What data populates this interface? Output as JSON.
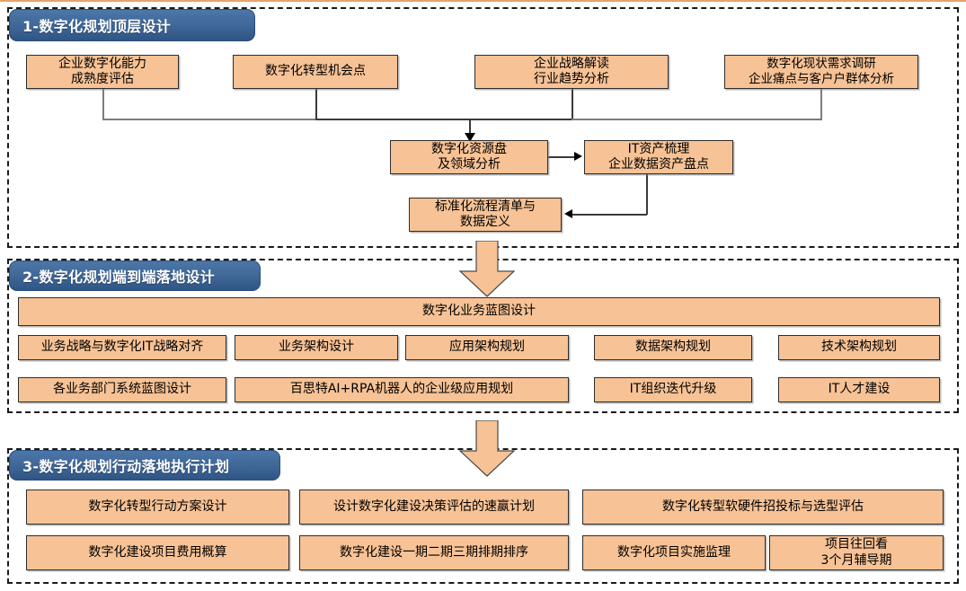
{
  "page": {
    "title": "数字化规划三段式框架",
    "accent_orange": "#F7C295",
    "accent_blue": "#3F6899",
    "box_border": "#2d2d2d",
    "frame_border": "#1a1a1a"
  },
  "sections": [
    {
      "id": "section-1",
      "badge": "1-数字化规划顶层设计",
      "boxes": {
        "row1": [
          {
            "name": "maturity-assessment",
            "label": "企业数字化能力\n成熟度评估"
          },
          {
            "name": "transformation-opportunities",
            "label": "数字化转型机会点"
          },
          {
            "name": "strategy-interpretation",
            "label": "企业战略解读\n行业趋势分析"
          },
          {
            "name": "status-demand-research",
            "label": "数字化现状需求调研\n企业痛点与客户户群体分析"
          }
        ],
        "row2": [
          {
            "name": "resource-inventory",
            "label": "数字化资源盘\n及领域分析"
          },
          {
            "name": "it-asset-inventory",
            "label": "IT资产梳理\n企业数据资产盘点"
          }
        ],
        "row3": [
          {
            "name": "standard-process-list",
            "label": "标准化流程清单与\n数据定义"
          }
        ]
      }
    },
    {
      "id": "section-2",
      "badge": "2-数字化规划端到端落地设计",
      "banner": {
        "name": "business-blueprint-design",
        "label": "数字化业务蓝图设计"
      },
      "boxes": {
        "row1": [
          {
            "name": "biz-it-strategy-alignment",
            "label": "业务战略与数字化IT战略对齐"
          },
          {
            "name": "business-architecture-design",
            "label": "业务架构设计"
          },
          {
            "name": "application-architecture-plan",
            "label": "应用架构规划"
          },
          {
            "name": "data-architecture-plan",
            "label": "数据架构规划"
          },
          {
            "name": "tech-architecture-plan",
            "label": "技术架构规划"
          }
        ],
        "row2": [
          {
            "name": "department-blueprint-design",
            "label": "各业务部门系统蓝图设计"
          },
          {
            "name": "ai-rpa-enterprise-plan",
            "label": "百思特AI+RPA机器人的企业级应用规划"
          },
          {
            "name": "it-org-iteration-upgrade",
            "label": "IT组织迭代升级"
          },
          {
            "name": "it-talent-development",
            "label": "IT人才建设"
          }
        ]
      }
    },
    {
      "id": "section-3",
      "badge": "3-数字化规划行动落地执行计划",
      "boxes": {
        "row1": [
          {
            "name": "transformation-action-plan",
            "label": "数字化转型行动方案设计"
          },
          {
            "name": "quick-win-plan",
            "label": "设计数字化建设决策评估的速赢计划"
          },
          {
            "name": "hw-sw-bidding-evaluation",
            "label": "数字化转型软硬件招投标与选型评估"
          }
        ],
        "row2": [
          {
            "name": "project-cost-estimate",
            "label": "数字化建设项目费用概算"
          },
          {
            "name": "phase-scheduling",
            "label": "数字化建设一期二期三期排期排序"
          },
          {
            "name": "project-supervision",
            "label": "数字化项目实施监理"
          },
          {
            "name": "project-review-coaching",
            "label": "项目往回看\n3个月辅导期"
          }
        ]
      }
    }
  ],
  "flow_arrows": [
    {
      "name": "arrow-section1-to-section2",
      "direction": "down"
    },
    {
      "name": "arrow-section2-to-section3",
      "direction": "down"
    }
  ]
}
